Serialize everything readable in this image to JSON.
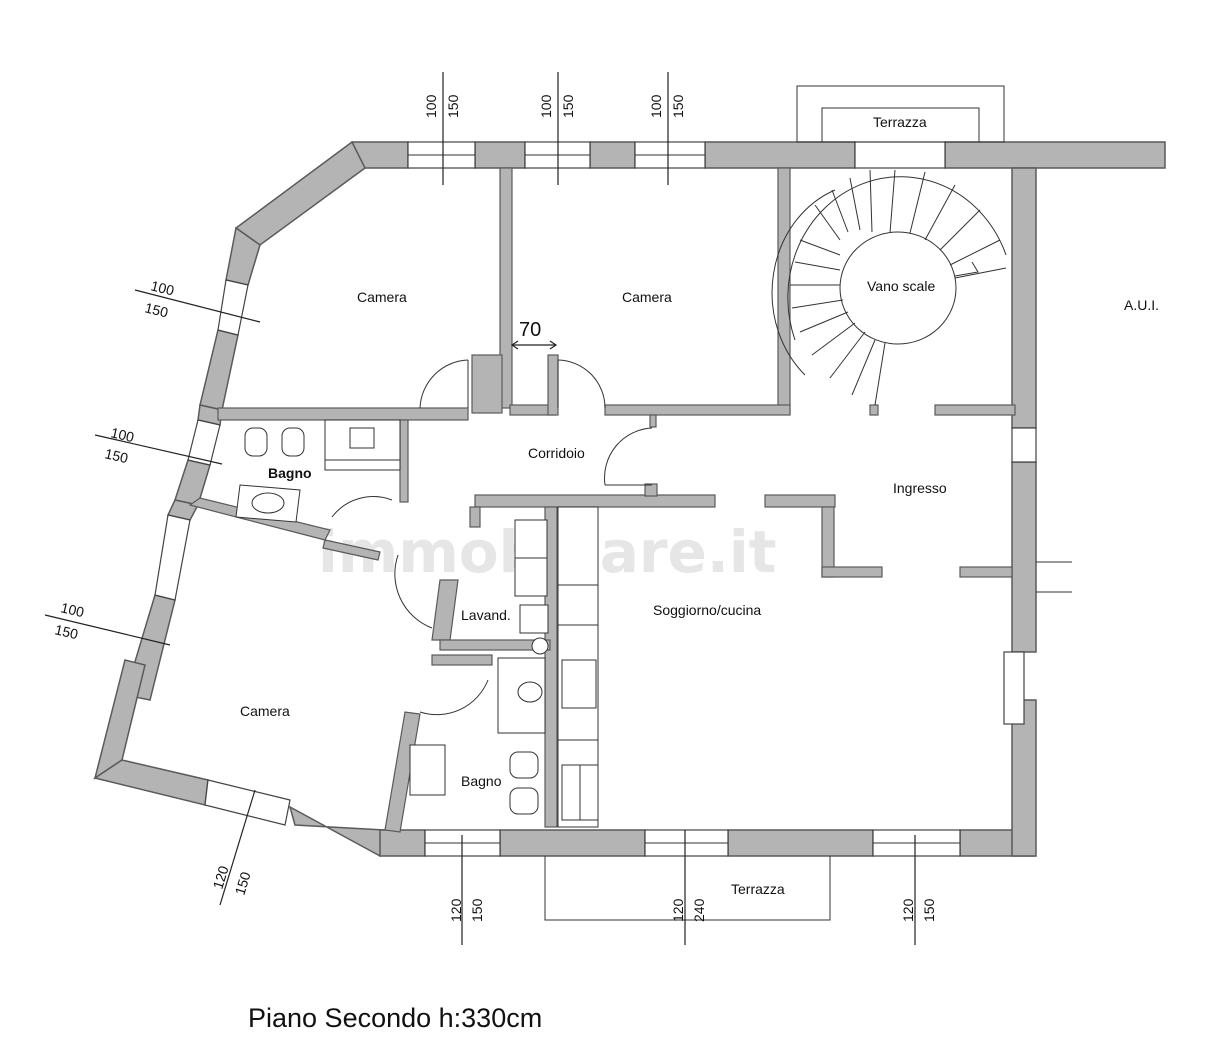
{
  "rooms": {
    "camera_top_left": "Camera",
    "camera_top_mid": "Camera",
    "vano_scale": "Vano scale",
    "aui": "A.U.I.",
    "bagno_top": "Bagno",
    "corridoio": "Corridoio",
    "ingresso": "Ingresso",
    "lavand": "Lavand.",
    "soggiorno": "Soggiorno/cucina",
    "camera_bottom": "Camera",
    "bagno_bottom": "Bagno",
    "terrazza_top": "Terrazza",
    "terrazza_bottom": "Terrazza"
  },
  "dimensions": {
    "door_width": "70",
    "win_top_1": [
      "100",
      "150"
    ],
    "win_top_2": [
      "100",
      "150"
    ],
    "win_top_3": [
      "100",
      "150"
    ],
    "win_left_1": [
      "100",
      "150"
    ],
    "win_left_2": [
      "100",
      "150"
    ],
    "win_left_3": [
      "100",
      "150"
    ],
    "win_bottom_left": [
      "120",
      "150"
    ],
    "win_bottom_1": [
      "120",
      "150"
    ],
    "win_bottom_2": [
      "120",
      "240"
    ],
    "win_bottom_3": [
      "120",
      "150"
    ]
  },
  "watermark": "immobiliare.it",
  "title": "Piano Secondo h:330cm"
}
